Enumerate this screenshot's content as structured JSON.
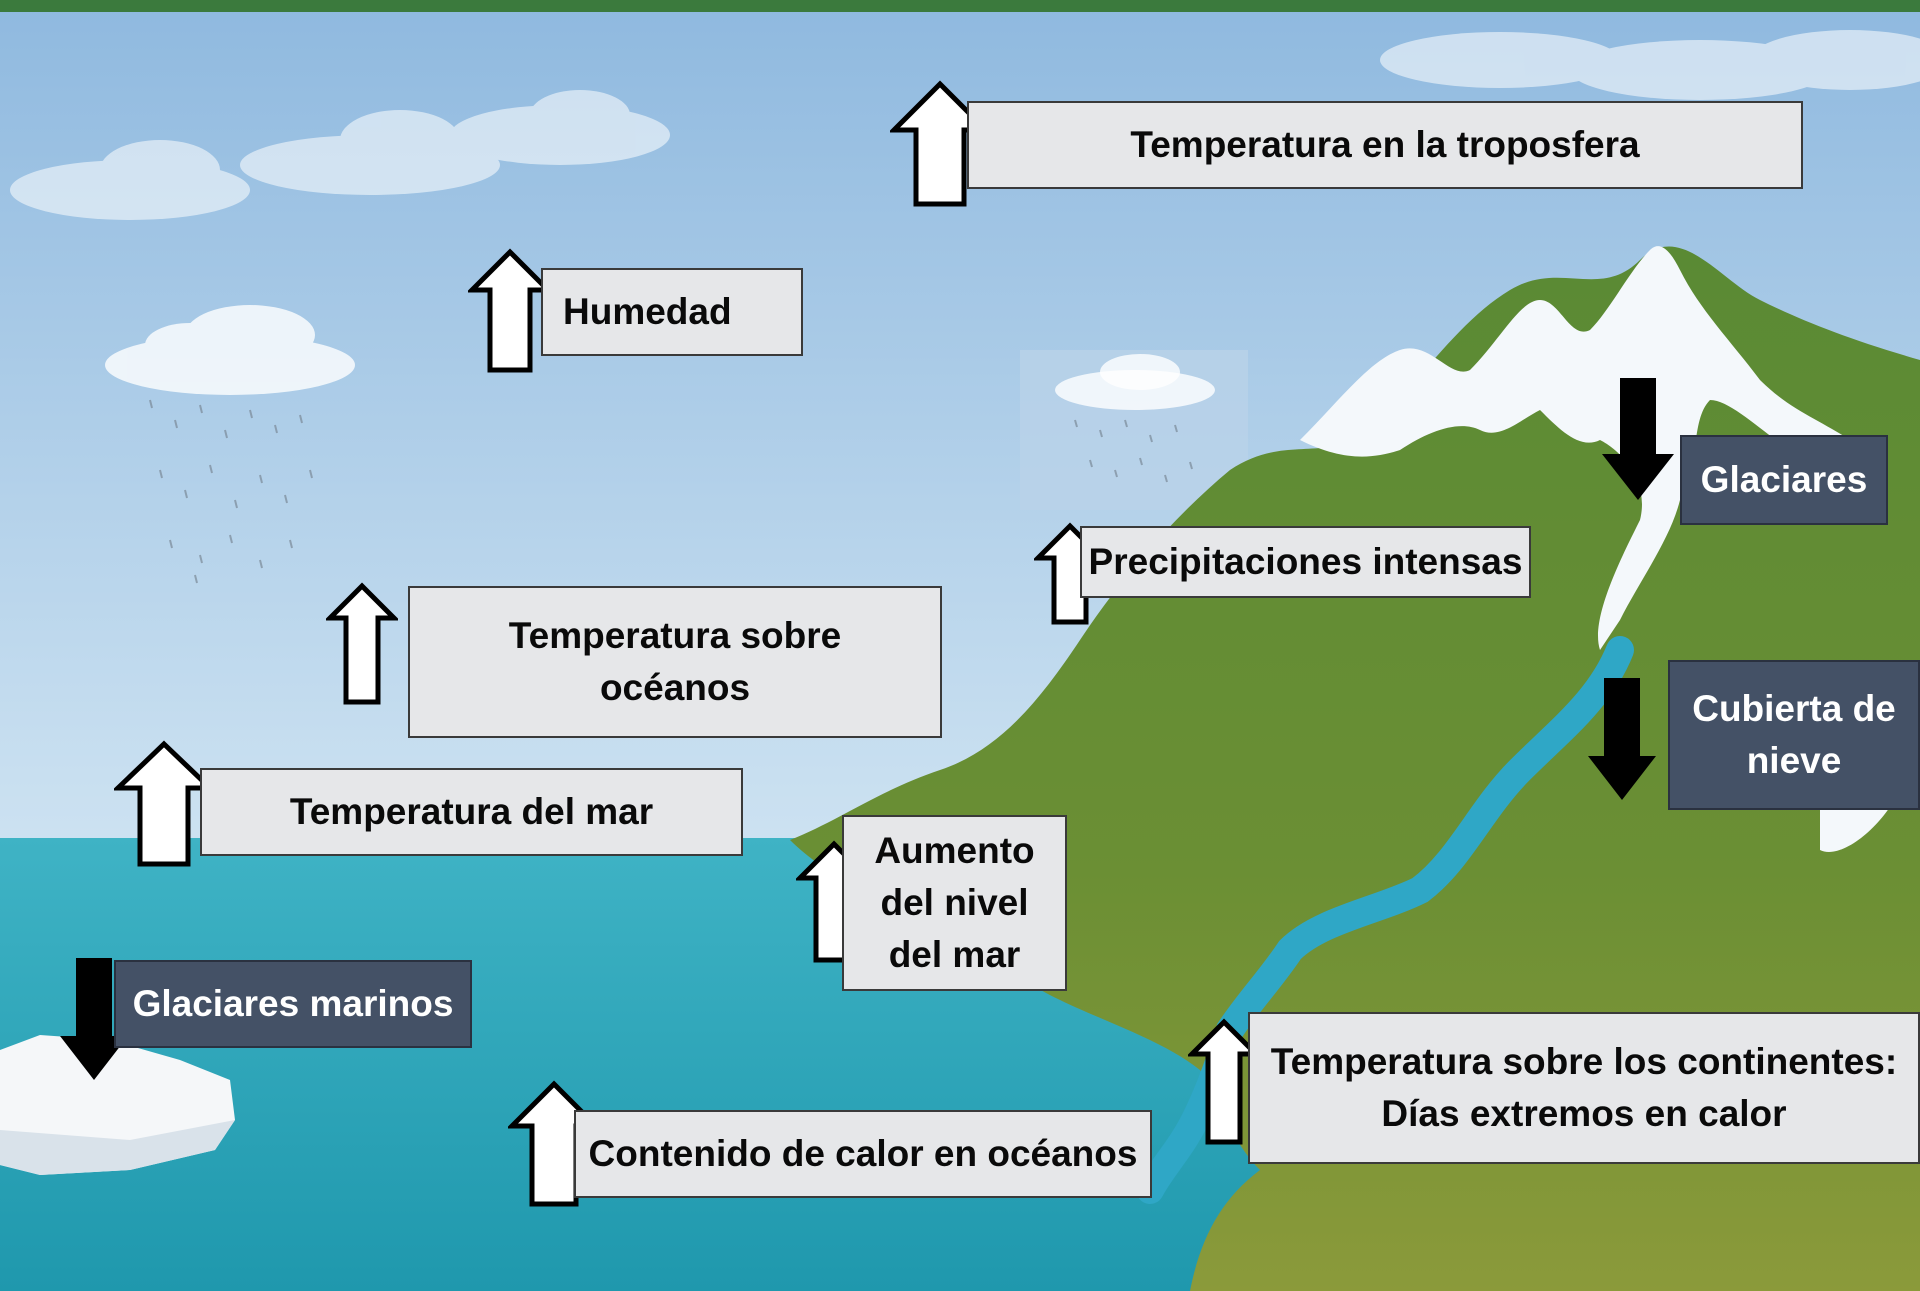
{
  "colors": {
    "sky_top": "#8fb9df",
    "sky_bottom": "#e6f1fa",
    "sea": "#2aa3b7",
    "land": "#5f8a33",
    "snow": "#f4f8fb",
    "top_border": "#3b7a3d",
    "label_light": "#e6e7e9",
    "label_dark": "#445166"
  },
  "labels": {
    "troposphere": "Temperatura en la troposfera",
    "humidity": "Humedad",
    "precipitation": "Precipitaciones intensas",
    "glaciers": "Glaciares",
    "ocean_temp_1": "Temperatura sobre",
    "ocean_temp_2": "océanos",
    "snow_1": "Cubierta de",
    "snow_2": "nieve",
    "sea_temp": "Temperatura del mar",
    "sea_level_1": "Aumento",
    "sea_level_2": "del nivel",
    "sea_level_3": "del mar",
    "sea_glaciers": "Glaciares marinos",
    "land_temp_1": "Temperatura sobre los continentes:",
    "land_temp_2": "Días extremos en calor",
    "ocean_heat": "Contenido de calor en océanos"
  },
  "trends": {
    "troposphere": "up",
    "humidity": "up",
    "precipitation": "up",
    "glaciers": "down",
    "ocean_temp": "up",
    "snow": "down",
    "sea_temp": "up",
    "sea_level": "up",
    "sea_glaciers": "down",
    "land_temp": "up",
    "ocean_heat": "up"
  }
}
